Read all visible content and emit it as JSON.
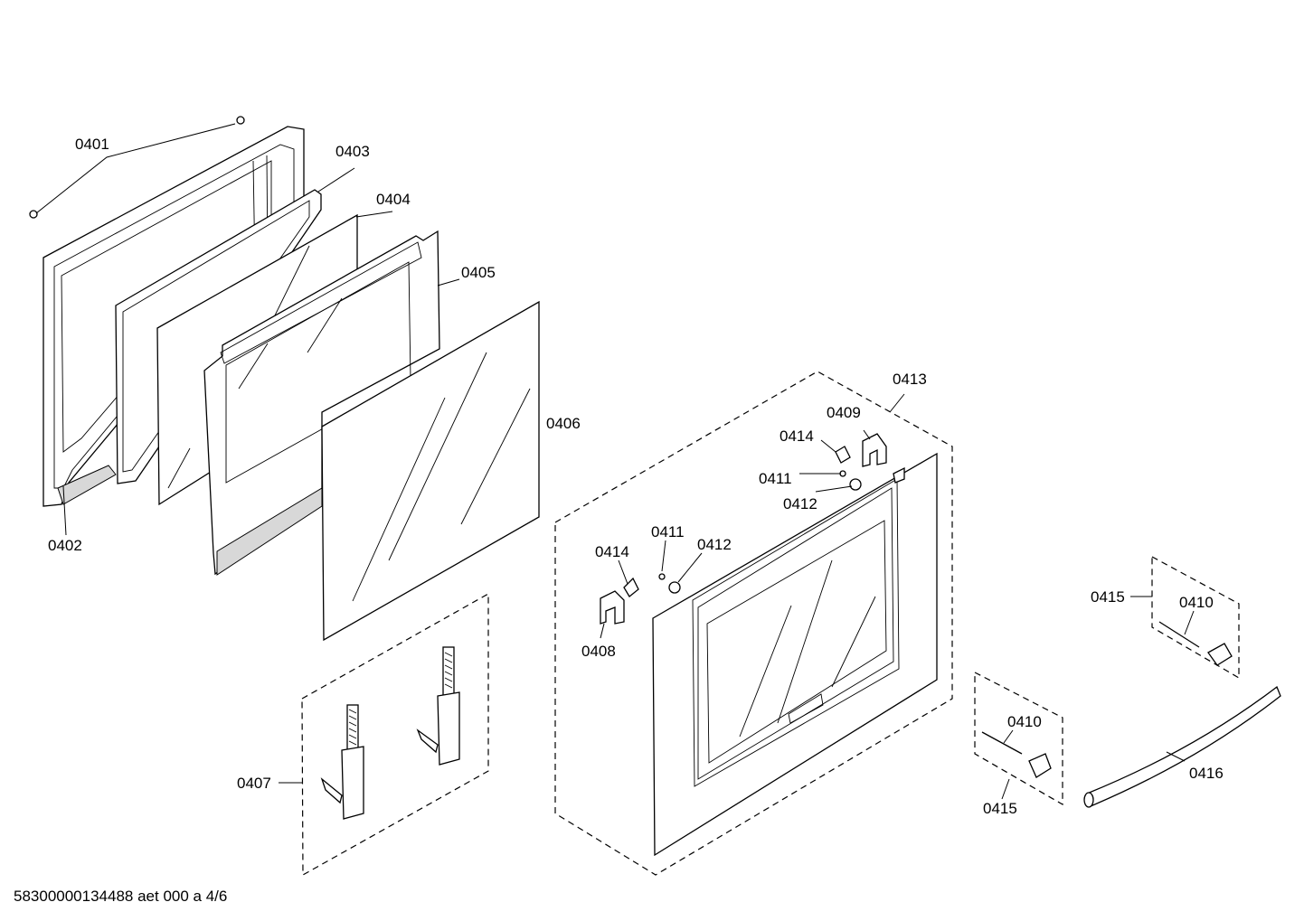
{
  "labels": {
    "l0401": "0401",
    "l0402": "0402",
    "l0403": "0403",
    "l0404": "0404",
    "l0405": "0405",
    "l0406": "0406",
    "l0407": "0407",
    "l0408": "0408",
    "l0409": "0409",
    "l0410a": "0410",
    "l0410b": "0410",
    "l0411a": "0411",
    "l0411b": "0411",
    "l0412a": "0412",
    "l0412b": "0412",
    "l0413": "0413",
    "l0414a": "0414",
    "l0414b": "0414",
    "l0415a": "0415",
    "l0415b": "0415",
    "l0416": "0416"
  },
  "footer": {
    "document_id": "58300000134488 aet 000 a 4/6"
  }
}
